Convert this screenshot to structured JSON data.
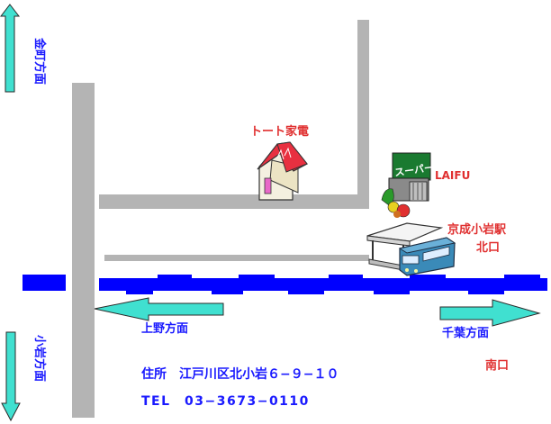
{
  "labels": {
    "store": "トート家電",
    "supermarket_sign": "スーパー",
    "supermarket_name": "LAIFU",
    "station_name": "京成小岩駅",
    "station_exit": "北口",
    "kanamachi": "金町方面",
    "koiwa": "小岩方面",
    "ueno": "上野方面",
    "chiba": "千葉方面",
    "south_exit": "南口",
    "address": "住所　江戸川区北小岩６−９−１０",
    "tel": "TEL　03−3673−0110"
  },
  "colors": {
    "road": "#b4b4b4",
    "rail": "#0000ff",
    "arrow_fill": "#40e0d0",
    "label_blue": "#1a1aff",
    "label_red": "#e03030",
    "store_roof": "#e83040",
    "store_wall": "#f4f0e0",
    "store_door": "#e868c8",
    "supermarket_green": "#1a7a30",
    "train_body": "#3a8ab8"
  },
  "icons": {
    "store": "house-icon",
    "supermarket": "supermarket-icon",
    "station": "station-icon",
    "train": "train-icon",
    "arrows": "direction-arrow-icon"
  }
}
